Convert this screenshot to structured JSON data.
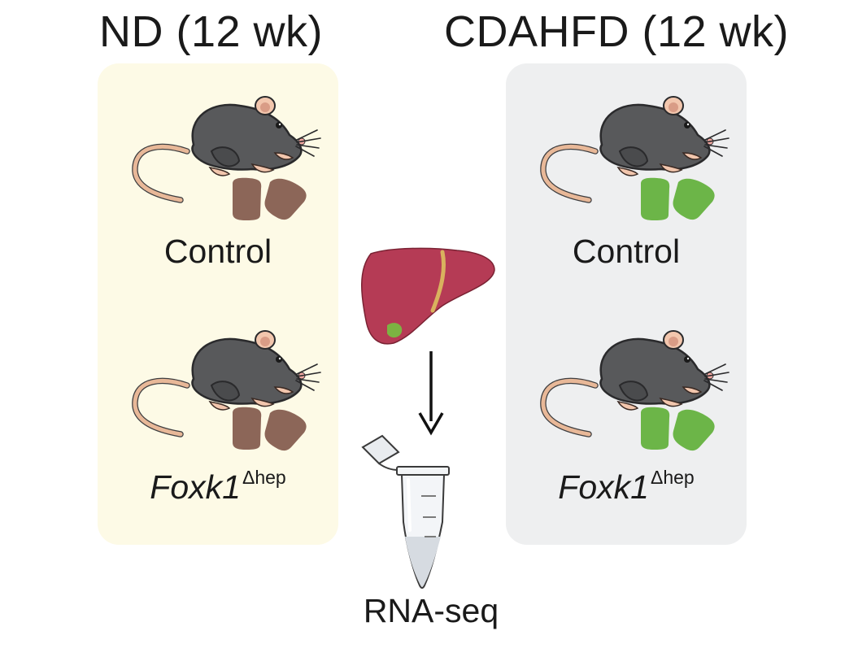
{
  "colors": {
    "panel_normal_diet": "#fdfae6",
    "panel_cdahfd": "#eeeff0",
    "chow_normal": "#8c6658",
    "chow_cdahfd": "#6cb548",
    "mouse_body": "#58595b",
    "mouse_skin": "#f2c6ad",
    "liver": "#b53b55",
    "gallbladder": "#7cb342"
  },
  "groups": [
    {
      "title": "ND (12 wk)",
      "icons": [
        "mouse-icon",
        "normal-diet-chow-icon"
      ],
      "rows": [
        {
          "label": "Control"
        },
        {
          "genotype": "Foxk1",
          "superscript": "Δhep"
        }
      ]
    },
    {
      "title": "CDAHFD (12 wk)",
      "icons": [
        "mouse-icon",
        "cdahfd-chow-icon"
      ],
      "rows": [
        {
          "label": "Control"
        },
        {
          "genotype": "Foxk1",
          "superscript": "Δhep"
        }
      ]
    }
  ],
  "workflow": {
    "icons": [
      "liver-icon",
      "arrow-down-icon",
      "tube-icon"
    ],
    "output_label": "RNA-seq"
  }
}
